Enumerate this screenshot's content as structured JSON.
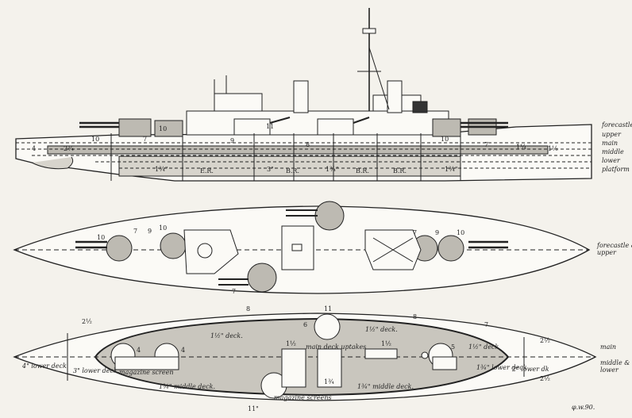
{
  "deck_labels": {
    "forecastle": "forecastle",
    "upper": "upper",
    "main": "main",
    "middle": "middle",
    "lower": "lower",
    "platform": "platform",
    "forecastle_upper": "forecastle &\nupper",
    "main2": "main",
    "middle_lower": "middle &\nlower"
  },
  "profile_labels": {
    "er": "E.R.",
    "br1": "B.R.",
    "br2": "B.R.",
    "br3": "B.R.",
    "t_1_3_4a": "1¾\"",
    "t_3": "3\"",
    "t_1_3_4b": "1¾\"",
    "t_1_3_4c": "1¾\"",
    "n10a": "10",
    "n10b": "10",
    "n10c": "10",
    "n7a": "7",
    "n7b": "7",
    "n8": "8",
    "n11": "11",
    "n9": "9",
    "n4": "4",
    "n2_3_4": "2¾",
    "n1_1_4": "1¼",
    "n1_1_2": "1½"
  },
  "plan1_labels": {
    "n10a": "10",
    "n7a": "7",
    "n9a": "9",
    "n10b": "10",
    "n7b": "7",
    "n9b": "9",
    "n10c": "10",
    "n7c": "7"
  },
  "plan2_labels": {
    "deck1": "1½\" deck.",
    "deck2": "1½\" deck.",
    "deck3": "1½\" deck",
    "main_uptakes": "main deck uptakes",
    "magazine_screen": "magazine screen",
    "magazine_screens": "magazine screens",
    "middle_deck1": "1¾\" middle deck.",
    "middle_deck2": "1¾\" middle deck.",
    "lower_deck_fwd": "4\" lower deck",
    "lower_deck_3": "3\" lower deck.",
    "lower_deck_aft1": "1¾\" lower deck",
    "lower_deck_aft2": "2\" lower dk",
    "n8a": "8",
    "n8b": "8",
    "n11a": "11",
    "n11b": "11\"",
    "n2_1_2": "2½",
    "n1_1_2a": "1½",
    "n1_1_2b": "1½",
    "n1_3_4": "1¾",
    "n7": "7",
    "n6": "6",
    "n5": "5",
    "n4a": "4",
    "n4b": "4",
    "n2_1_2b": "2½",
    "n2_1_2c": "2½"
  },
  "signature": "φ.w.90."
}
